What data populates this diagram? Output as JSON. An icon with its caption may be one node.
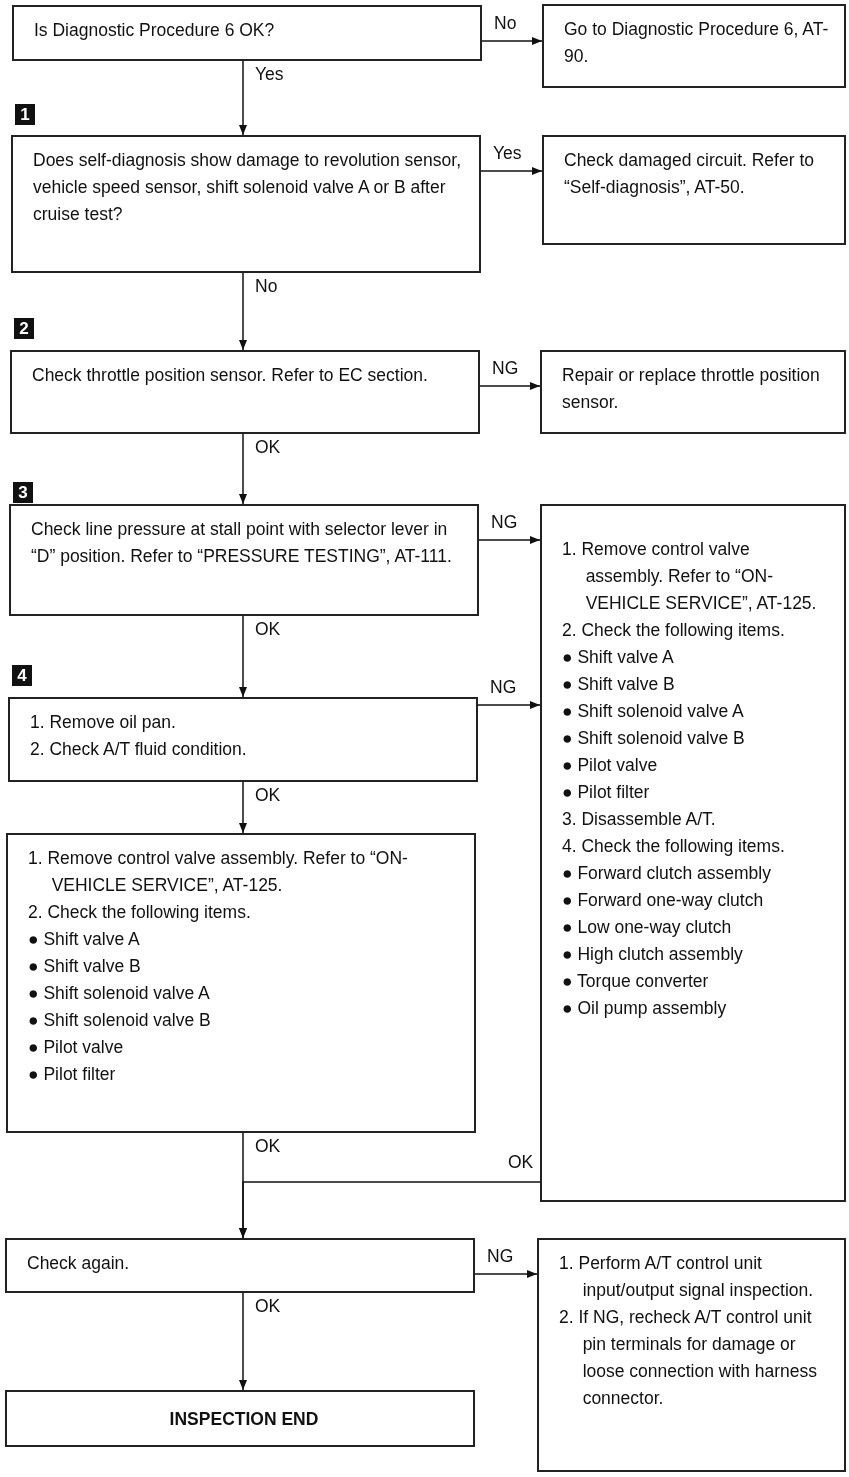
{
  "diagram": {
    "nodes": [
      {
        "text": [
          "Is Diagnostic Procedure 6 OK?"
        ]
      },
      {
        "text": [
          "Go to Diagnostic Procedure 6, AT-90."
        ]
      },
      {
        "text": [
          "Does self-diagnosis show damage to revolution sensor, vehicle speed sensor, shift solenoid valve A or B after cruise test?"
        ]
      },
      {
        "text": [
          "Check damaged circuit. Refer to “Self-diagnosis”, AT-50."
        ]
      },
      {
        "text": [
          "Check throttle position sensor. Refer to EC section."
        ]
      },
      {
        "text": [
          "Repair or replace throttle position sensor."
        ]
      },
      {
        "text": [
          "Check line pressure at stall point with selector lever in “D” position. Refer to “PRESSURE TESTING”, AT-111."
        ]
      },
      {
        "text": [
          "1. Remove oil pan.",
          "2. Check A/T fluid condition."
        ]
      },
      {
        "text": [
          "1. Remove control valve assembly. Refer to “ON-VEHICLE SERVICE”, AT-125.",
          "2. Check the following items.",
          "● Shift valve A",
          "● Shift valve B",
          "● Shift solenoid valve A",
          "● Shift solenoid valve B",
          "● Pilot valve",
          "● Pilot filter",
          "3. Disassemble A/T.",
          "4. Check the following items.",
          "● Forward clutch assembly",
          "● Forward one-way clutch",
          "● Low one-way clutch",
          "● High clutch assembly",
          "● Torque converter",
          "● Oil pump assembly"
        ]
      },
      {
        "text": [
          "1. Remove control valve assembly. Refer to “ON-VEHICLE SERVICE”, AT-125.",
          "2. Check the following items.",
          "● Shift valve A",
          "● Shift valve B",
          "● Shift solenoid valve A",
          "● Shift solenoid valve B",
          "● Pilot valve",
          "● Pilot filter"
        ]
      },
      {
        "text": [
          "Check again."
        ]
      },
      {
        "text": [
          "INSPECTION END"
        ]
      },
      {
        "text": [
          "1. Perform A/T control unit input/output signal inspection.",
          "2. If NG, recheck A/T control unit pin terminals for damage or loose connection with harness connector."
        ]
      }
    ],
    "edges": [
      {
        "from": 0,
        "to": 1,
        "arrow": "to",
        "label": "No"
      },
      {
        "from": 0,
        "to": 2,
        "arrow": "to",
        "label": "Yes"
      },
      {
        "from": 2,
        "to": 3,
        "arrow": "to",
        "label": "Yes"
      },
      {
        "from": 2,
        "to": 4,
        "arrow": "to",
        "label": "No"
      },
      {
        "from": 4,
        "to": 5,
        "arrow": "to",
        "label": "NG"
      },
      {
        "from": 4,
        "to": 6,
        "arrow": "to",
        "label": "OK"
      },
      {
        "from": 6,
        "to": 8,
        "arrow": "to",
        "label": "NG"
      },
      {
        "from": 6,
        "to": 7,
        "arrow": "to",
        "label": "OK"
      },
      {
        "from": 7,
        "to": 8,
        "arrow": "to",
        "label": "NG"
      },
      {
        "from": 7,
        "to": 9,
        "arrow": "to",
        "label": "OK"
      },
      {
        "from": 9,
        "to": 10,
        "arrow": "to",
        "label": "OK"
      },
      {
        "from": 8,
        "to": 10,
        "arrow": "to",
        "label": "OK"
      },
      {
        "from": 10,
        "to": 12,
        "arrow": "to",
        "label": "NG"
      },
      {
        "from": 10,
        "to": 11,
        "arrow": "to",
        "label": "OK"
      }
    ],
    "labels": [
      "1",
      "2",
      "3",
      "4"
    ]
  }
}
